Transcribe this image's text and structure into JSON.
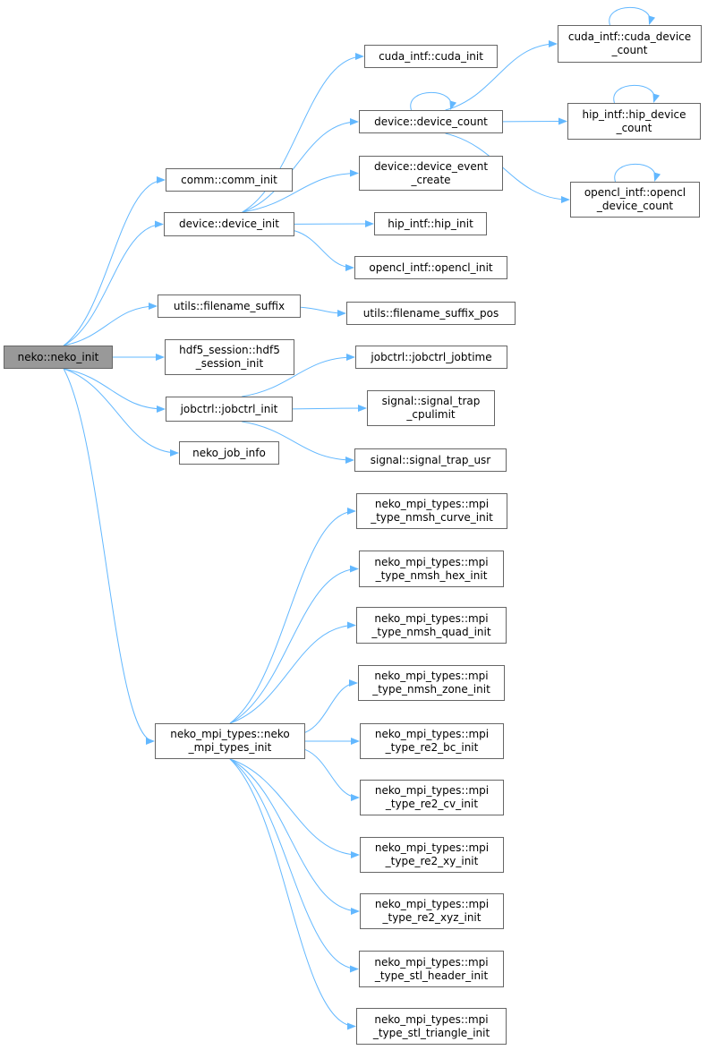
{
  "diagram": {
    "colors": {
      "edge": "#63b8ff",
      "node_border": "#666666",
      "root_fill": "#999999",
      "node_fill": "#ffffff"
    },
    "nodes": {
      "neko_init": {
        "lines": [
          "neko::neko_init"
        ],
        "root": true
      },
      "comm_init": {
        "lines": [
          "comm::comm_init"
        ]
      },
      "device_init": {
        "lines": [
          "device::device_init"
        ]
      },
      "filename_suffix": {
        "lines": [
          "utils::filename_suffix"
        ]
      },
      "hdf5_session_init": {
        "lines": [
          "hdf5_session::hdf5",
          "_session_init"
        ]
      },
      "jobctrl_init": {
        "lines": [
          "jobctrl::jobctrl_init"
        ]
      },
      "neko_job_info": {
        "lines": [
          "neko_job_info"
        ]
      },
      "neko_mpi_types_init": {
        "lines": [
          "neko_mpi_types::neko",
          "_mpi_types_init"
        ]
      },
      "cuda_init": {
        "lines": [
          "cuda_intf::cuda_init"
        ]
      },
      "device_count": {
        "lines": [
          "device::device_count"
        ]
      },
      "device_event_create": {
        "lines": [
          "device::device_event",
          "_create"
        ]
      },
      "hip_init": {
        "lines": [
          "hip_intf::hip_init"
        ]
      },
      "opencl_init": {
        "lines": [
          "opencl_intf::opencl_init"
        ]
      },
      "filename_suffix_pos": {
        "lines": [
          "utils::filename_suffix_pos"
        ]
      },
      "jobctrl_jobtime": {
        "lines": [
          "jobctrl::jobctrl_jobtime"
        ]
      },
      "signal_trap_cpulimit": {
        "lines": [
          "signal::signal_trap",
          "_cpulimit"
        ]
      },
      "signal_trap_usr": {
        "lines": [
          "signal::signal_trap_usr"
        ]
      },
      "cuda_device_count": {
        "lines": [
          "cuda_intf::cuda_device",
          "_count"
        ]
      },
      "hip_device_count": {
        "lines": [
          "hip_intf::hip_device",
          "_count"
        ]
      },
      "opencl_device_count": {
        "lines": [
          "opencl_intf::opencl",
          "_device_count"
        ]
      },
      "mpi_nmsh_curve": {
        "lines": [
          "neko_mpi_types::mpi",
          "_type_nmsh_curve_init"
        ]
      },
      "mpi_nmsh_hex": {
        "lines": [
          "neko_mpi_types::mpi",
          "_type_nmsh_hex_init"
        ]
      },
      "mpi_nmsh_quad": {
        "lines": [
          "neko_mpi_types::mpi",
          "_type_nmsh_quad_init"
        ]
      },
      "mpi_nmsh_zone": {
        "lines": [
          "neko_mpi_types::mpi",
          "_type_nmsh_zone_init"
        ]
      },
      "mpi_re2_bc": {
        "lines": [
          "neko_mpi_types::mpi",
          "_type_re2_bc_init"
        ]
      },
      "mpi_re2_cv": {
        "lines": [
          "neko_mpi_types::mpi",
          "_type_re2_cv_init"
        ]
      },
      "mpi_re2_xy": {
        "lines": [
          "neko_mpi_types::mpi",
          "_type_re2_xy_init"
        ]
      },
      "mpi_re2_xyz": {
        "lines": [
          "neko_mpi_types::mpi",
          "_type_re2_xyz_init"
        ]
      },
      "mpi_stl_header": {
        "lines": [
          "neko_mpi_types::mpi",
          "_type_stl_header_init"
        ]
      },
      "mpi_stl_triangle": {
        "lines": [
          "neko_mpi_types::mpi",
          "_type_stl_triangle_init"
        ]
      }
    },
    "edges": [
      [
        "neko_init",
        "comm_init"
      ],
      [
        "neko_init",
        "device_init"
      ],
      [
        "neko_init",
        "filename_suffix"
      ],
      [
        "neko_init",
        "hdf5_session_init"
      ],
      [
        "neko_init",
        "jobctrl_init"
      ],
      [
        "neko_init",
        "neko_job_info"
      ],
      [
        "neko_init",
        "neko_mpi_types_init"
      ],
      [
        "device_init",
        "cuda_init"
      ],
      [
        "device_init",
        "device_count"
      ],
      [
        "device_init",
        "device_event_create"
      ],
      [
        "device_init",
        "hip_init"
      ],
      [
        "device_init",
        "opencl_init"
      ],
      [
        "device_count",
        "device_count"
      ],
      [
        "device_count",
        "cuda_device_count"
      ],
      [
        "device_count",
        "hip_device_count"
      ],
      [
        "device_count",
        "opencl_device_count"
      ],
      [
        "cuda_device_count",
        "cuda_device_count"
      ],
      [
        "hip_device_count",
        "hip_device_count"
      ],
      [
        "opencl_device_count",
        "opencl_device_count"
      ],
      [
        "filename_suffix",
        "filename_suffix_pos"
      ],
      [
        "jobctrl_init",
        "jobctrl_jobtime"
      ],
      [
        "jobctrl_init",
        "signal_trap_cpulimit"
      ],
      [
        "jobctrl_init",
        "signal_trap_usr"
      ],
      [
        "neko_mpi_types_init",
        "mpi_nmsh_curve"
      ],
      [
        "neko_mpi_types_init",
        "mpi_nmsh_hex"
      ],
      [
        "neko_mpi_types_init",
        "mpi_nmsh_quad"
      ],
      [
        "neko_mpi_types_init",
        "mpi_nmsh_zone"
      ],
      [
        "neko_mpi_types_init",
        "mpi_re2_bc"
      ],
      [
        "neko_mpi_types_init",
        "mpi_re2_cv"
      ],
      [
        "neko_mpi_types_init",
        "mpi_re2_xy"
      ],
      [
        "neko_mpi_types_init",
        "mpi_re2_xyz"
      ],
      [
        "neko_mpi_types_init",
        "mpi_stl_header"
      ],
      [
        "neko_mpi_types_init",
        "mpi_stl_triangle"
      ]
    ]
  }
}
